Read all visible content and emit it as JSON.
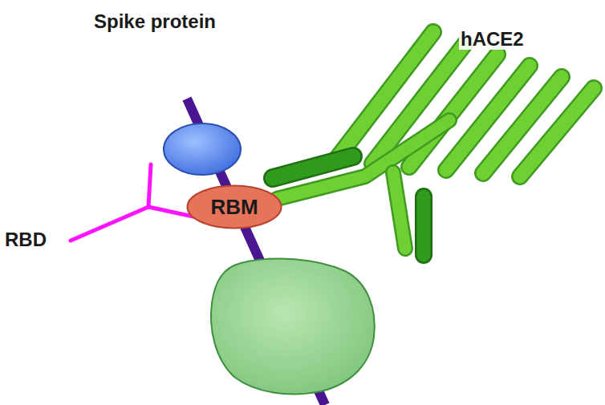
{
  "diagram": {
    "nodes": [
      {
        "text": [
          "RBM"
        ]
      }
    ],
    "labels": [
      "Spike protein",
      "hACE2",
      "RBD"
    ]
  }
}
